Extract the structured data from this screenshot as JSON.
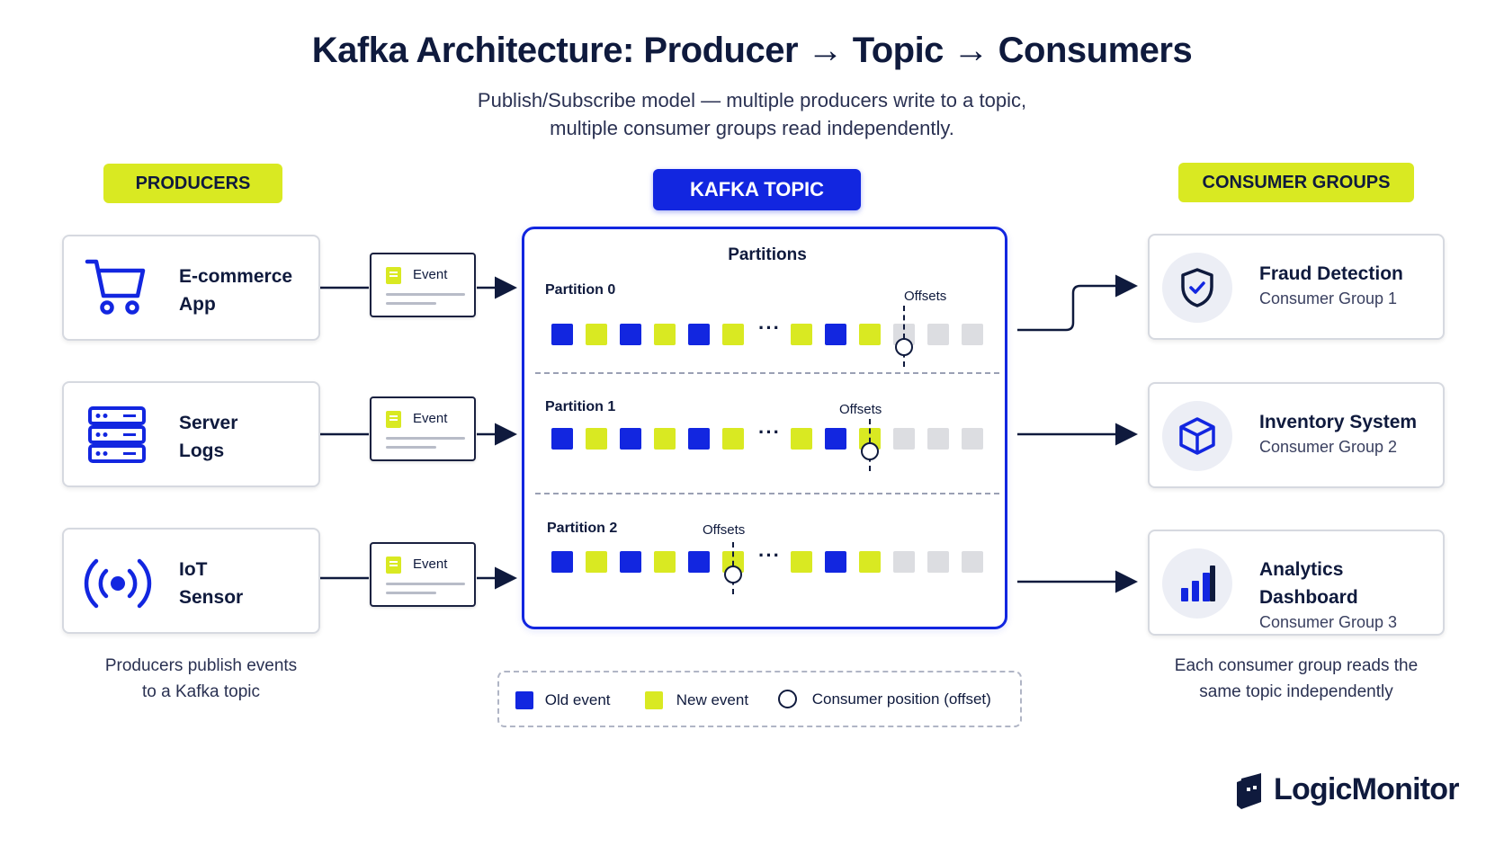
{
  "header": {
    "title": "Kafka Architecture: Producer → Topic → Consumers",
    "subtitle_line1": "Publish/Subscribe model — multiple producers write to a topic,",
    "subtitle_line2": "multiple consumer groups read independently."
  },
  "producers": {
    "heading": "PRODUCERS",
    "items": [
      {
        "line1": "E-commerce",
        "line2": "App",
        "icon": "shopping-cart-icon"
      },
      {
        "line1": "Server",
        "line2": "Logs",
        "icon": "server-icon"
      },
      {
        "line1": "IoT",
        "line2": "Sensor",
        "icon": "broadcast-icon"
      }
    ],
    "event_label": "Event",
    "caption_line1": "Producers publish events",
    "caption_line2": "to a Kafka topic"
  },
  "topic": {
    "heading": "KAFKA TOPIC",
    "partitions_title": "Partitions",
    "offsets_label": "Offsets",
    "ellipsis": "···",
    "partitions": [
      {
        "label": "Partition 0",
        "offset_index": 10
      },
      {
        "label": "Partition 1",
        "offset_index": 9
      },
      {
        "label": "Partition 2",
        "offset_index": 5
      }
    ]
  },
  "consumers": {
    "heading": "CONSUMER GROUPS",
    "items": [
      {
        "name": "Fraud Detection",
        "group": "Consumer Group 1",
        "icon": "shield-check-icon"
      },
      {
        "name": "Inventory System",
        "group": "Consumer Group 2",
        "icon": "cube-icon"
      },
      {
        "name": "Analytics Dashboard",
        "group": "Consumer Group 3",
        "icon": "bar-chart-icon"
      }
    ],
    "caption_line1": "Each consumer group reads the",
    "caption_line2": "same topic independently"
  },
  "legend": {
    "old": "Old event",
    "new": "New event",
    "position": "Consumer position (offset)"
  },
  "brand": {
    "logo_text": "LogicMonitor"
  },
  "colors": {
    "navy": "#0f1a3d",
    "blue": "#1226e0",
    "lime": "#d9e922",
    "empty": "#dcdde1"
  }
}
